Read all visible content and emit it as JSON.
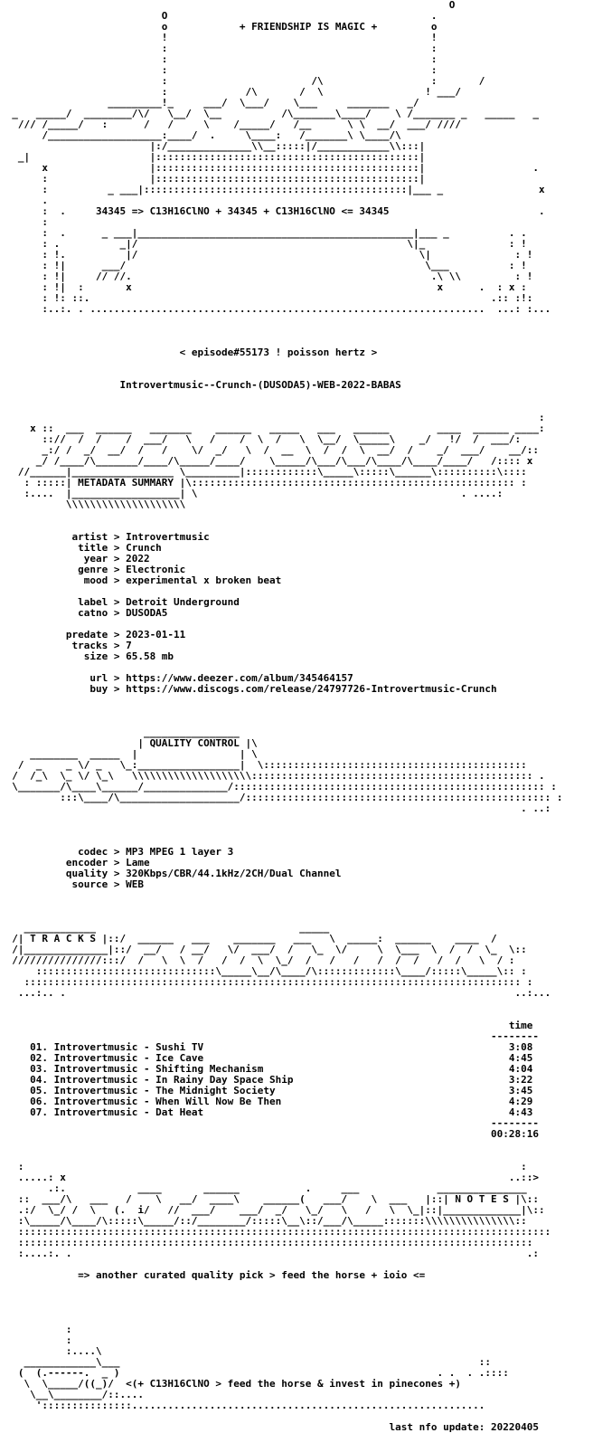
{
  "document": {
    "lines": [
      "                                                                           O",
      "                           O                                            .",
      "                           o            + FRIENDSHIP IS MAGIC +         o",
      "                           !                                            !",
      "                           :                                            :",
      "                           :                                            :",
      "                           :                                            :",
      "                           :                        /\\                  :       /",
      "                           :             /\\       /  \\                 ! ___/",
      "                  _________!_     ___/  \\___/    \\___     _______   _/",
      "  _   _____/  ________/\\/   \\__/  \\__          /\\_______\\____/    \\ /_______ _   _____   _",
      "   /// /_____/   :      /   /     \\    /_____/   /__      \\ \\  __/  ___/ ////",
      "       /___________________:____/  .     \\____:   /_______\\ \\____/\\",
      "                         |:/______________\\\\__:::::|/____________\\\\:::|",
      "   _|                    |::::::::::::::::::::::::::::::::::::::::::::|",
      "       x                 |::::::::::::::::::::::::::::::::::::::::::::|                  .",
      "       :                 |::::::::::::::::::::::::::::::::::::::::::::|",
      "       :          _ ___|::::::::::::::::::::::::::::::::::::::::::::|___ _                x",
      "       .",
      "       :  .     34345 => C13H16ClNO + 34345 + C13H16ClNO <= 34345                         .",
      "       :",
      "       :  .      _ ___|______________________________________________|___ _          . .",
      "       : .          _|/                                             \\|_              : !",
      "       : !.          |/                                               \\|              : !",
      "       : !|      ___/                                                  \\___          : !",
      "       : !|     // //.                                                  .\\ \\\\         : !",
      "       : !|  :       x                                                   x      .  : x :",
      "       : !: ::.                                                                   .:: :!:",
      "       :..:. . ..................................................................  ...: :...",
      "",
      "",
      "",
      "                              < episode#55173 ! poisson hertz >",
      "",
      "",
      "                    Introvertmusic--Crunch-(DUSODA5)-WEB-2022-BABAS",
      "",
      "",
      "                                                                                          :",
      "     x ::  ___  ______   _______    ______   _____   ___   ______        ____  ______ ____:",
      "       :://  /  /    /  ___/   \\   /    /  \\  /   \\  \\__/  \\_____\\    _/   !/  /  ___/:",
      "       _:/ /  _/  __/  /   /    \\/  _/   \\  /  __  \\  /  /  \\  __/  /    _/  ___/    __/::",
      "      _/ /____/\\_______/____/\\_____/____/    \\_____/\\___/\\___/\\____/\\____/____/   /:::: x",
      "   //______|_________________ \\_________|::::::::::::\\_____\\:::::\\______\\::::::::::\\::::",
      "    : :::::| METADATA SUMMARY |\\:::::::::::::::::::::::::::::::::::::::::::::::::::::: :",
      "    :....  |__________________| \\                                            . ....:",
      "           \\\\\\\\\\\\\\\\\\\\\\\\\\\\\\\\\\\\\\\\",
      "",
      "",
      "            artist > Introvertmusic",
      "             title > Crunch",
      "              year > 2022",
      "             genre > Electronic",
      "              mood > experimental x broken beat",
      "",
      "             label > Detroit Underground",
      "             catno > DUSODA5",
      "",
      "           predate > 2023-01-11",
      "            tracks > 7",
      "              size > 65.58 mb",
      "",
      "               url > https://www.deezer.com/album/345464157",
      "               buy > https://www.discogs.com/release/24797726-Introvertmusic-Crunch",
      "",
      "",
      "",
      "                        ________________",
      "                       | QUALITY CONTROL |\\",
      "     ________  _____  |                 | \\",
      "   /  _    _ \\/ _   \\_:_________________|  \\::::::::::::::::::::::::::::::::::::::::::::",
      "  /  /_\\  \\_ \\/ \\_\\   \\\\\\\\\\\\\\\\\\\\\\\\\\\\\\\\\\\\\\\\::::::::::::::::::::::::::::::::::::::::::::::: .",
      "  \\_______/\\____\\______/______________/:::::::::::::::::::::::::::::::::::::::::::::::::::: :",
      "          :::\\____/\\____________________/::::::::::::::::::::::::::::::::::::::::::::::::::: :",
      "                                                                                       . ..:",
      "",
      "",
      "",
      "             codec > MP3 MPEG 1 layer 3",
      "           encoder > Lame",
      "           quality > 320Kbps/CBR/44.1kHz/2CH/Dual Channel",
      "            source > WEB",
      "",
      "",
      "",
      "    ____________                                  _____",
      "  /| T R A C K S |::/  ______   ___    _______   ___   \\  _____:  ______    ____  /",
      "  /|______________|::/  __/   / __/   \\/  ___/  /   \\_  \\/     \\  \\___  \\  /  /  \\_  \\::",
      "  ///////////////:::/  /   \\  \\  /   /  /  \\  \\_/  /   /   /   /  /  /   /  /   \\  / :",
      "      ::::::::::::::::::::::::::::::\\_____\\__/\\____/\\:::::::::::::\\____/:::::\\_____\\:: :",
      "    ::::::::::::::::::::::::::::::::::::::::::::::::::::::::::::::::::::::::::::::::::: :",
      "   ...:.. .                                                                           ..:...",
      "",
      "",
      "                                                                                     time",
      "                                                                                  --------",
      "     01. Introvertmusic - Sushi TV                                                   3:08",
      "     02. Introvertmusic - Ice Cave                                                   4:45",
      "     03. Introvertmusic - Shifting Mechanism                                         4:04",
      "     04. Introvertmusic - In Rainy Day Space Ship                                    3:22",
      "     05. Introvertmusic - The Midnight Society                                       3:45",
      "     06. Introvertmusic - When Will Now Be Then                                      4:29",
      "     07. Introvertmusic - Dat Heat                                                   4:43",
      "                                                                                  --------",
      "                                                                                  00:28:16",
      "",
      "",
      "   :                                                                                   :",
      "   .....: x                                                                          ..::>",
      "        .:.            ____       ______           .     ___             _______________",
      "   ::  ___/\\   ___   /    \\   __/  ____\\    ______(   ___/    \\  ___   |::| N O T E S |\\::",
      "   .:/  \\_/ /  \\   (.  i/   //  ___/    ___/  _/   \\_/   \\   /   \\  \\_|::|_____________|\\::",
      "   :\\_____/\\____/\\:::::\\_____/::/________/:::::\\__\\::/___/\\_____:::::::\\\\\\\\\\\\\\\\\\\\\\\\\\\\\\::",
      "   :::::::::::::::::::::::::::::::::::::::::::::::::::::::::::::::::::::::::::::::::::::::::",
      "   ::::::::::::::::::::::::::::::::::::::::::::::::::::::::::::::::::::::::::::::::::::::",
      "   :....:. .                                                                            .:",
      "",
      "             => another curated quality pick > feed the horse + ioio <=",
      "",
      "",
      "",
      "",
      "           :",
      "           :",
      "           :....\\",
      "    ____________\\___                                                            ::",
      "   (  (.------.  _ )                                                     . .  . .::::",
      "    \\  \\_____/((_)/  <(+ C13H16ClNO > feed the horse & invest in pinecones +)",
      "     \\__\\________/::....",
      "      ':::::::::::::::...........................................................",
      "",
      "                                                                 last nfo update: 20220405"
    ]
  }
}
